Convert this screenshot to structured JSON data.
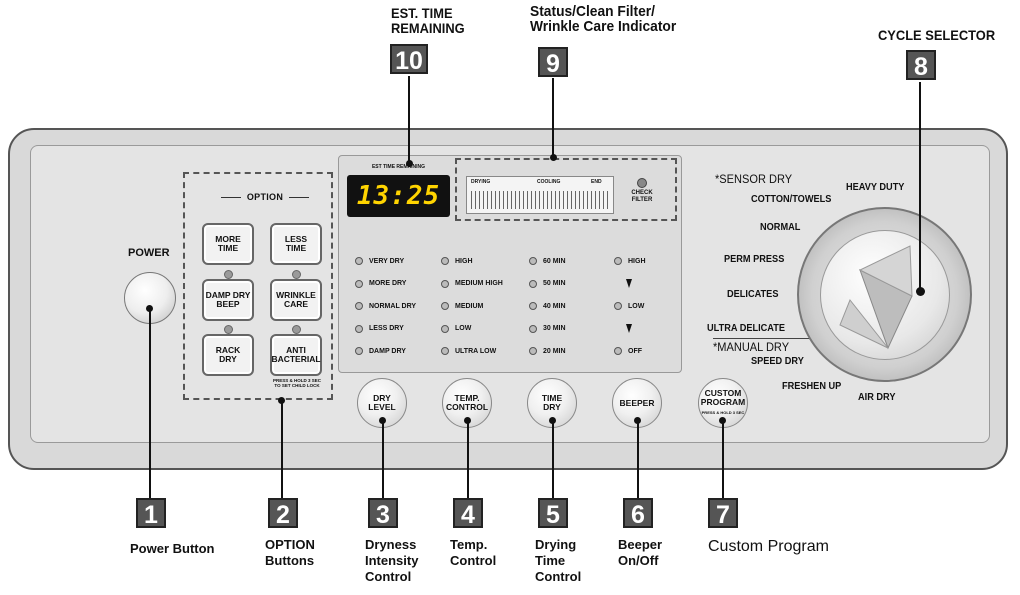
{
  "callouts": {
    "est_time_title": [
      "EST. TIME",
      "REMAINING"
    ],
    "status_title": [
      "Status/Clean Filter/",
      "Wrinkle Care Indicator"
    ],
    "cycle_title": "CYCLE SELECTOR",
    "numbers": [
      "1",
      "2",
      "3",
      "4",
      "5",
      "6",
      "7",
      "8",
      "9",
      "10"
    ],
    "labels": {
      "power": "Power Button",
      "option": [
        "OPTION",
        "Buttons"
      ],
      "dryness": [
        "Dryness",
        "Intensity",
        "Control"
      ],
      "temp": [
        "Temp.",
        "Control"
      ],
      "drying_time": [
        "Drying",
        "Time",
        "Control"
      ],
      "beeper": [
        "Beeper",
        "On/Off"
      ],
      "custom": "Custom Program"
    }
  },
  "panel": {
    "power_label": "POWER",
    "option_title": "OPTION",
    "option_buttons": [
      [
        "MORE",
        "TIME"
      ],
      [
        "LESS",
        "TIME"
      ],
      [
        "DAMP DRY",
        "BEEP"
      ],
      [
        "WRINKLE",
        "CARE"
      ],
      [
        "RACK",
        "DRY"
      ],
      [
        "ANTI",
        "BACTERIAL"
      ]
    ],
    "child_lock_note": [
      "PRESS & HOLD 3 SEC",
      "TO SET CHILD LOCK"
    ],
    "display": {
      "caption": "EST TIME REMAINING",
      "time": "13:25",
      "status_captions": [
        "DRYING",
        "COOLING",
        "END"
      ],
      "check_label": [
        "CHECK",
        "FILTER"
      ]
    },
    "dryness_levels": [
      "VERY DRY",
      "MORE DRY",
      "NORMAL DRY",
      "LESS DRY",
      "DAMP DRY"
    ],
    "temp_levels": [
      "HIGH",
      "MEDIUM HIGH",
      "MEDIUM",
      "LOW",
      "ULTRA LOW"
    ],
    "time_levels": [
      "60 MIN",
      "50 MIN",
      "40 MIN",
      "30 MIN",
      "20 MIN"
    ],
    "beeper_levels": [
      "HIGH",
      "LOW",
      "OFF"
    ],
    "round_buttons": [
      [
        "DRY",
        "LEVEL"
      ],
      [
        "TEMP.",
        "CONTROL"
      ],
      [
        "TIME",
        "DRY"
      ],
      [
        "BEEPER"
      ],
      [
        "CUSTOM",
        "PROGRAM"
      ]
    ],
    "custom_note": "PRESS & HOLD 3 SEC",
    "cycles": {
      "sensor_dry_header": "*SENSOR DRY",
      "heavy_duty": "HEAVY DUTY",
      "cotton_towels": "COTTON/TOWELS",
      "normal": "NORMAL",
      "perm_press": "PERM PRESS",
      "delicates": "DELICATES",
      "ultra_delicate": "ULTRA DELICATE",
      "manual_dry_header": "*MANUAL DRY",
      "speed_dry": "SPEED DRY",
      "freshen_up": "FRESHEN UP",
      "air_dry": "AIR DRY"
    }
  }
}
